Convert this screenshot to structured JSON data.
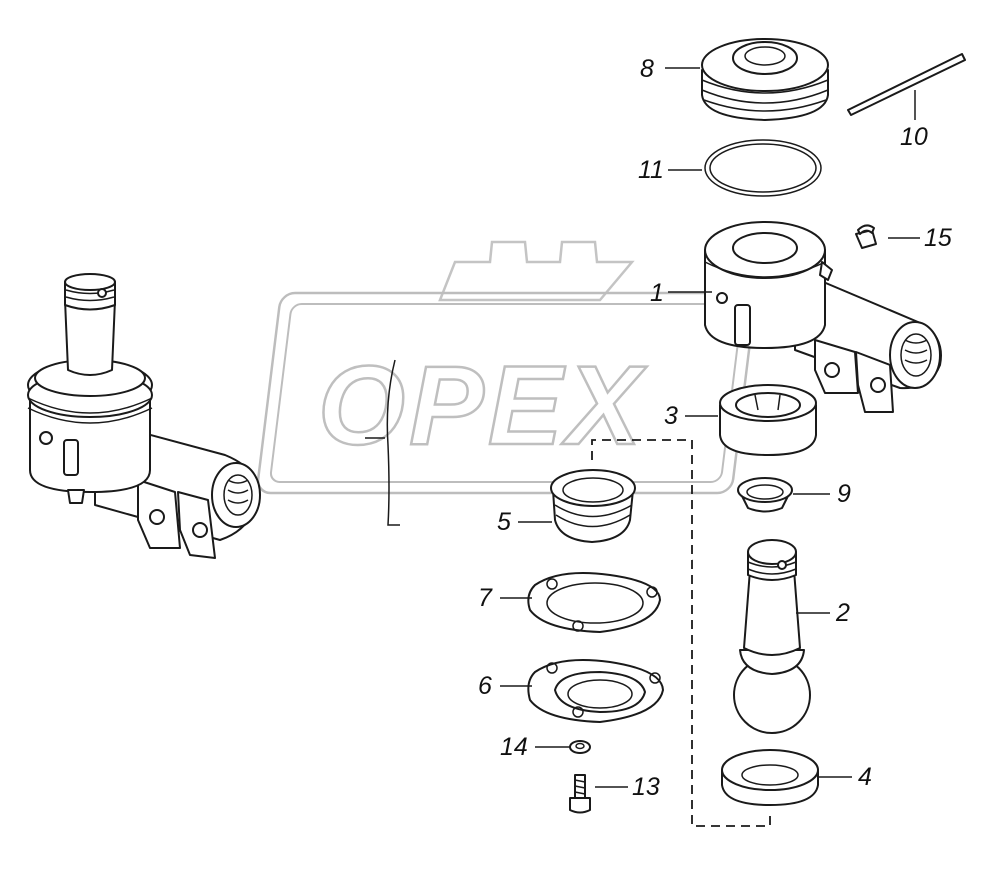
{
  "watermark": {
    "text": "OPEX"
  },
  "callouts": {
    "c1": "1",
    "c2": "2",
    "c3": "3",
    "c4": "4",
    "c5": "5",
    "c6": "6",
    "c7": "7",
    "c8": "8",
    "c9": "9",
    "c10": "10",
    "c11": "11",
    "c13": "13",
    "c14": "14",
    "c15": "15"
  }
}
